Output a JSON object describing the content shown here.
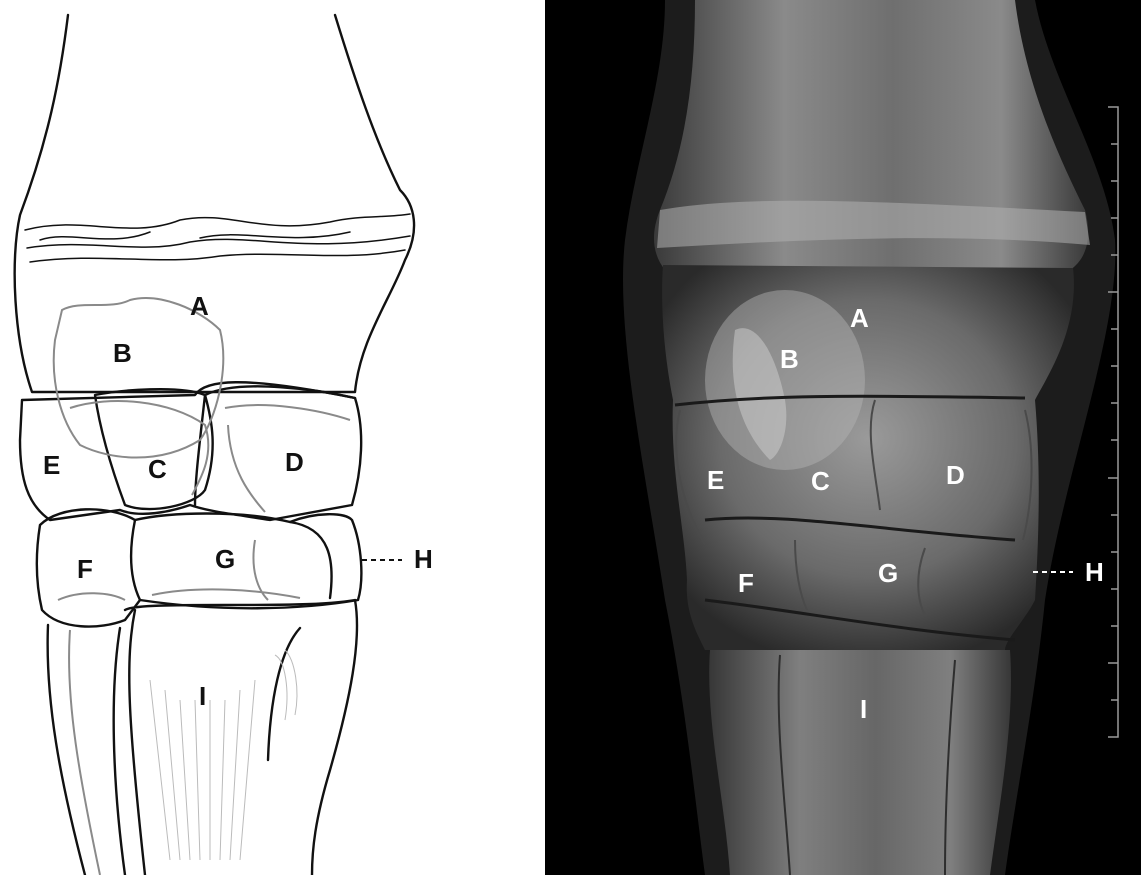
{
  "drawing": {
    "labels": {
      "A": "A",
      "B": "B",
      "C": "C",
      "D": "D",
      "E": "E",
      "F": "F",
      "G": "G",
      "H": "H",
      "I": "I"
    },
    "outline_color": "#111111",
    "bone_color": "#8a8a8a"
  },
  "xray": {
    "labels": {
      "A": "A",
      "B": "B",
      "C": "C",
      "D": "D",
      "E": "E",
      "F": "F",
      "G": "G",
      "H": "H",
      "I": "I"
    },
    "background_color": "#000000",
    "label_color": "#ffffff"
  }
}
